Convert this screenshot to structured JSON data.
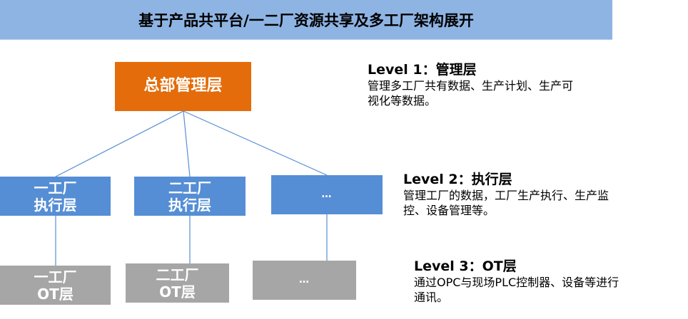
{
  "title": "基于产品共平台/一二厂资源共享及多工厂架构展开",
  "colors": {
    "title_bg": "#8eb4e3",
    "hq": "#e46c0a",
    "exec": "#558ed5",
    "ot": "#a6a6a6",
    "connector": "#558ed5"
  },
  "hq": {
    "label": "总部管理层"
  },
  "exec_boxes": [
    {
      "line1": "一工厂",
      "line2": "执行层"
    },
    {
      "line1": "二工厂",
      "line2": "执行层"
    },
    {
      "line1": "…",
      "line2": ""
    }
  ],
  "ot_boxes": [
    {
      "line1": "一工厂",
      "line2": "OT层"
    },
    {
      "line1": "二工厂",
      "line2": "OT层"
    },
    {
      "line1": "…",
      "line2": ""
    }
  ],
  "levels": [
    {
      "head": "Level 1：管理层",
      "desc1": "管理多工厂共有数据、生产计划、生产可",
      "desc2": "视化等数据。"
    },
    {
      "head": "Level 2：执行层",
      "desc1": "管理工厂的数据，工厂生产执行、生产监",
      "desc2": "控、设备管理等。"
    },
    {
      "head": "Level 3：OT层",
      "desc1": "通过OPC与现场PLC控制器、设备等进行",
      "desc2": "通讯。"
    }
  ]
}
